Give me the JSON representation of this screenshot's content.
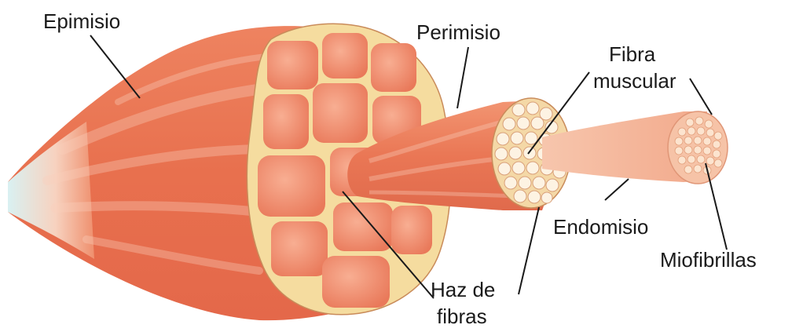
{
  "labels": {
    "epimisio": "Epimisio",
    "perimisio": "Perimisio",
    "fibra_line1": "Fibra",
    "fibra_line2": "muscular",
    "endomisio": "Endomisio",
    "miofibrillas": "Miofibrillas",
    "haz_line1": "Haz de",
    "haz_line2": "fibras"
  },
  "colors": {
    "muscle": "#ec7a58",
    "muscle_dark": "#d45a3c",
    "muscle_light": "#f6a98a",
    "tendon": "#d7eef0",
    "sheath": "#f6dfa8",
    "fiber_light": "#fdf3e3",
    "line": "#1a1a1a"
  }
}
